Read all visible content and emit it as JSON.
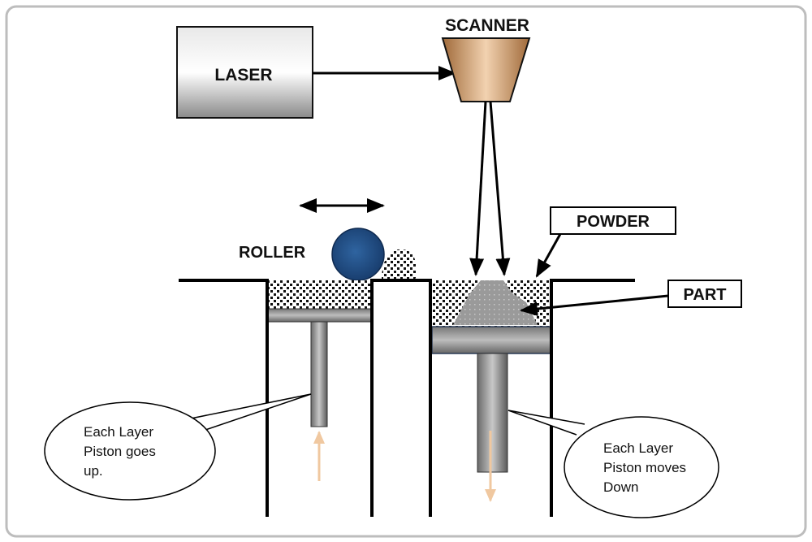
{
  "labels": {
    "laser": "LASER",
    "scanner": "SCANNER",
    "roller": "ROLLER",
    "powder": "POWDER",
    "part": "PART"
  },
  "notes": {
    "left": [
      "Each Layer",
      "Piston goes",
      "up."
    ],
    "right": [
      "Each Layer",
      "Piston moves",
      "Down"
    ]
  },
  "colors": {
    "roller": "#1f4e86",
    "scanner": "#c8905a",
    "piston_arrow": "#f0c8a0",
    "part": "#9a9a9a"
  }
}
